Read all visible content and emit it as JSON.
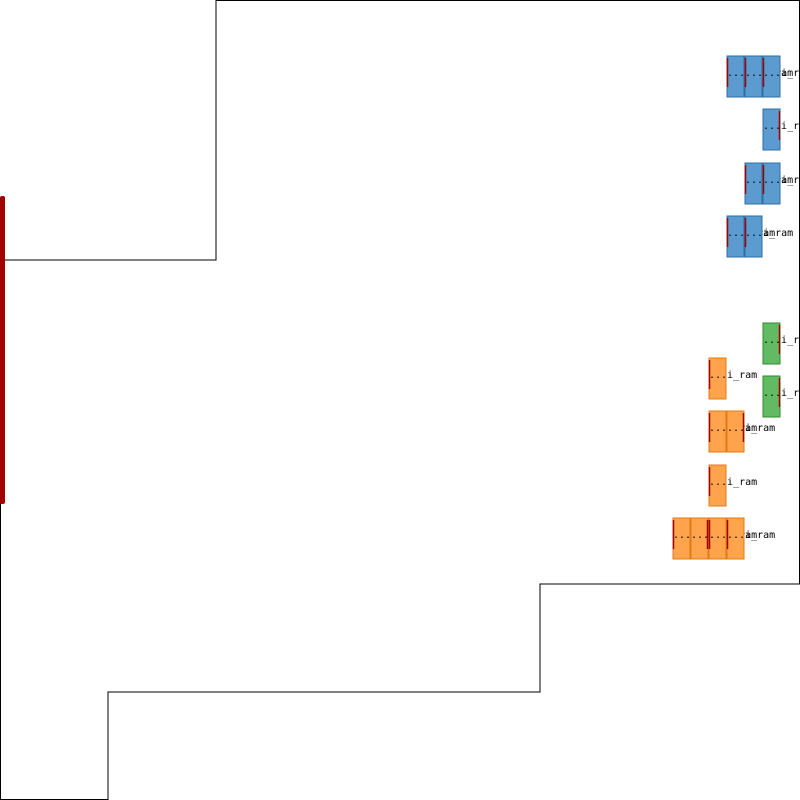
{
  "colors": {
    "outline": "#000000",
    "background": "#ffffff",
    "io_bar": "#a30000",
    "pin_marker": "#a30000",
    "group_blue_fill": "#5b9bd0",
    "group_blue_stroke": "#2d6ea3",
    "group_green_fill": "#62bb62",
    "group_green_stroke": "#2f8a2f",
    "group_orange_fill": "#ffa34d",
    "group_orange_stroke": "#e07a16"
  },
  "cells": [
    {
      "label": "...i_ram",
      "group": "blue"
    },
    {
      "label": "...i_ram",
      "group": "blue"
    },
    {
      "label": "...i_ram",
      "group": "blue"
    },
    {
      "label": "...i_ram",
      "group": "blue"
    },
    {
      "label": "...i_ram",
      "group": "blue"
    },
    {
      "label": "...i_ram",
      "group": "blue"
    },
    {
      "label": "...i_ram",
      "group": "blue"
    },
    {
      "label": "...i_ram",
      "group": "blue"
    },
    {
      "label": "...i_ram",
      "group": "green"
    },
    {
      "label": "...i_ram",
      "group": "green"
    },
    {
      "label": "...i_ram",
      "group": "orange"
    },
    {
      "label": "...i_ram",
      "group": "orange"
    },
    {
      "label": "...i_ram",
      "group": "orange"
    },
    {
      "label": "...i_ram",
      "group": "orange"
    },
    {
      "label": "...i_ram",
      "group": "orange"
    },
    {
      "label": "...i_ram",
      "group": "orange"
    },
    {
      "label": "...i_ram",
      "group": "orange"
    },
    {
      "label": "...i_ram",
      "group": "orange"
    }
  ]
}
